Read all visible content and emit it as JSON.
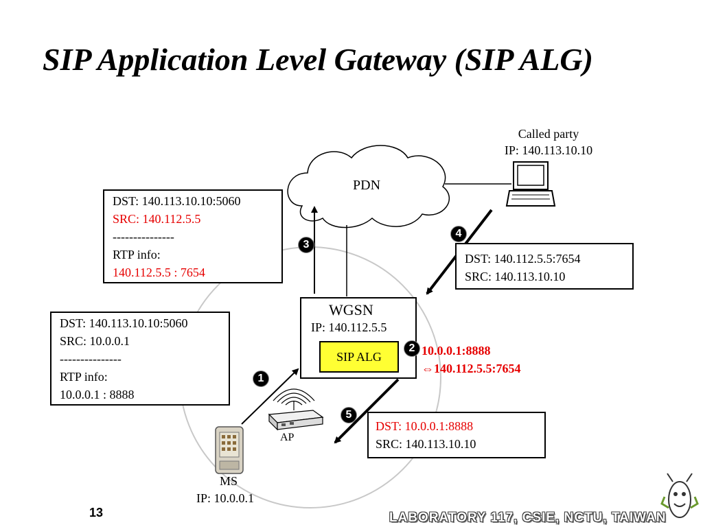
{
  "title": "SIP Application Level Gateway (SIP ALG)",
  "cloud": {
    "label": "PDN"
  },
  "called_party": {
    "line1": "Called party",
    "line2": "IP: 140.113.10.10"
  },
  "wgsn": {
    "title": "WGSN",
    "ip": "IP: 140.112.5.5",
    "alg": "SIP ALG"
  },
  "ap": {
    "label": "AP"
  },
  "ms": {
    "label": "MS",
    "ip": "IP: 10.0.0.1"
  },
  "box_ms_msg": {
    "dst": "DST: 140.113.10.10:5060",
    "src": "SRC: 10.0.0.1",
    "sep": "---------------",
    "rtp_label": "RTP info:",
    "rtp_value": "10.0.0.1 : 8888"
  },
  "box_wgsn_msg": {
    "dst": "DST: 140.113.10.10:5060",
    "src": "SRC: 140.112.5.5",
    "sep": "---------------",
    "rtp_label": "RTP info:",
    "rtp_value": "140.112.5.5 : 7654"
  },
  "box_reply_in": {
    "dst": "DST: 140.112.5.5:7654",
    "src": "SRC: 140.113.10.10"
  },
  "box_reply_out": {
    "dst": "DST: 10.0.0.1:8888",
    "src": "SRC: 140.113.10.10"
  },
  "nat_mapping": {
    "line1": "10.0.0.1:8888",
    "line2": "⇔140.112.5.5:7654"
  },
  "steps": [
    "1",
    "2",
    "3",
    "4",
    "5"
  ],
  "footer": {
    "lab": "LABORATORY 117, CSIE, NCTU, TAIWAN",
    "page": "13"
  },
  "colors": {
    "highlight_red": "#e60000",
    "alg_yellow": "#ffff33"
  }
}
